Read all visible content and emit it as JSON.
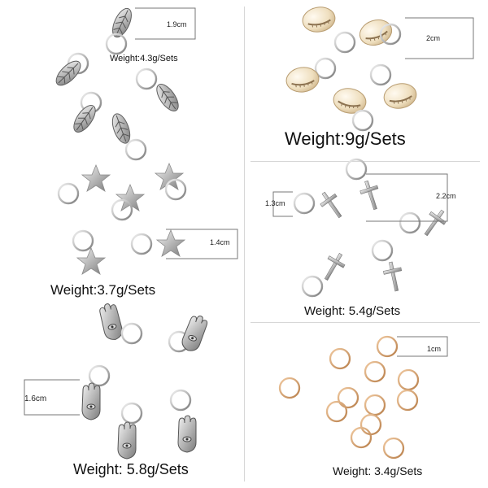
{
  "sections": {
    "leaf": {
      "weight": "Weight:4.3g/Sets",
      "dimension": "1.9cm",
      "color": "#9a9a9a"
    },
    "shell": {
      "weight": "Weight:9g/Sets",
      "dimension": "2cm",
      "color": "#efe2c7"
    },
    "star": {
      "weight": "Weight:3.7g/Sets",
      "dimension": "1.4cm",
      "color": "#a9a9a9"
    },
    "cross": {
      "weight": "Weight: 5.4g/Sets",
      "dimension_small": "1.3cm",
      "dimension_large": "2.2cm",
      "color": "#b4b4b4"
    },
    "hamsa": {
      "weight": "Weight: 5.8g/Sets",
      "dimension": "1.6cm",
      "color": "#8f8f8f"
    },
    "ring": {
      "weight": "Weight: 3.4g/Sets",
      "dimension": "1cm",
      "color": "#d8a77c"
    }
  },
  "icons": [
    "leaf-charm-icon",
    "shell-charm-icon",
    "star-charm-icon",
    "cross-charm-icon",
    "hamsa-charm-icon",
    "gold-ring-icon"
  ]
}
